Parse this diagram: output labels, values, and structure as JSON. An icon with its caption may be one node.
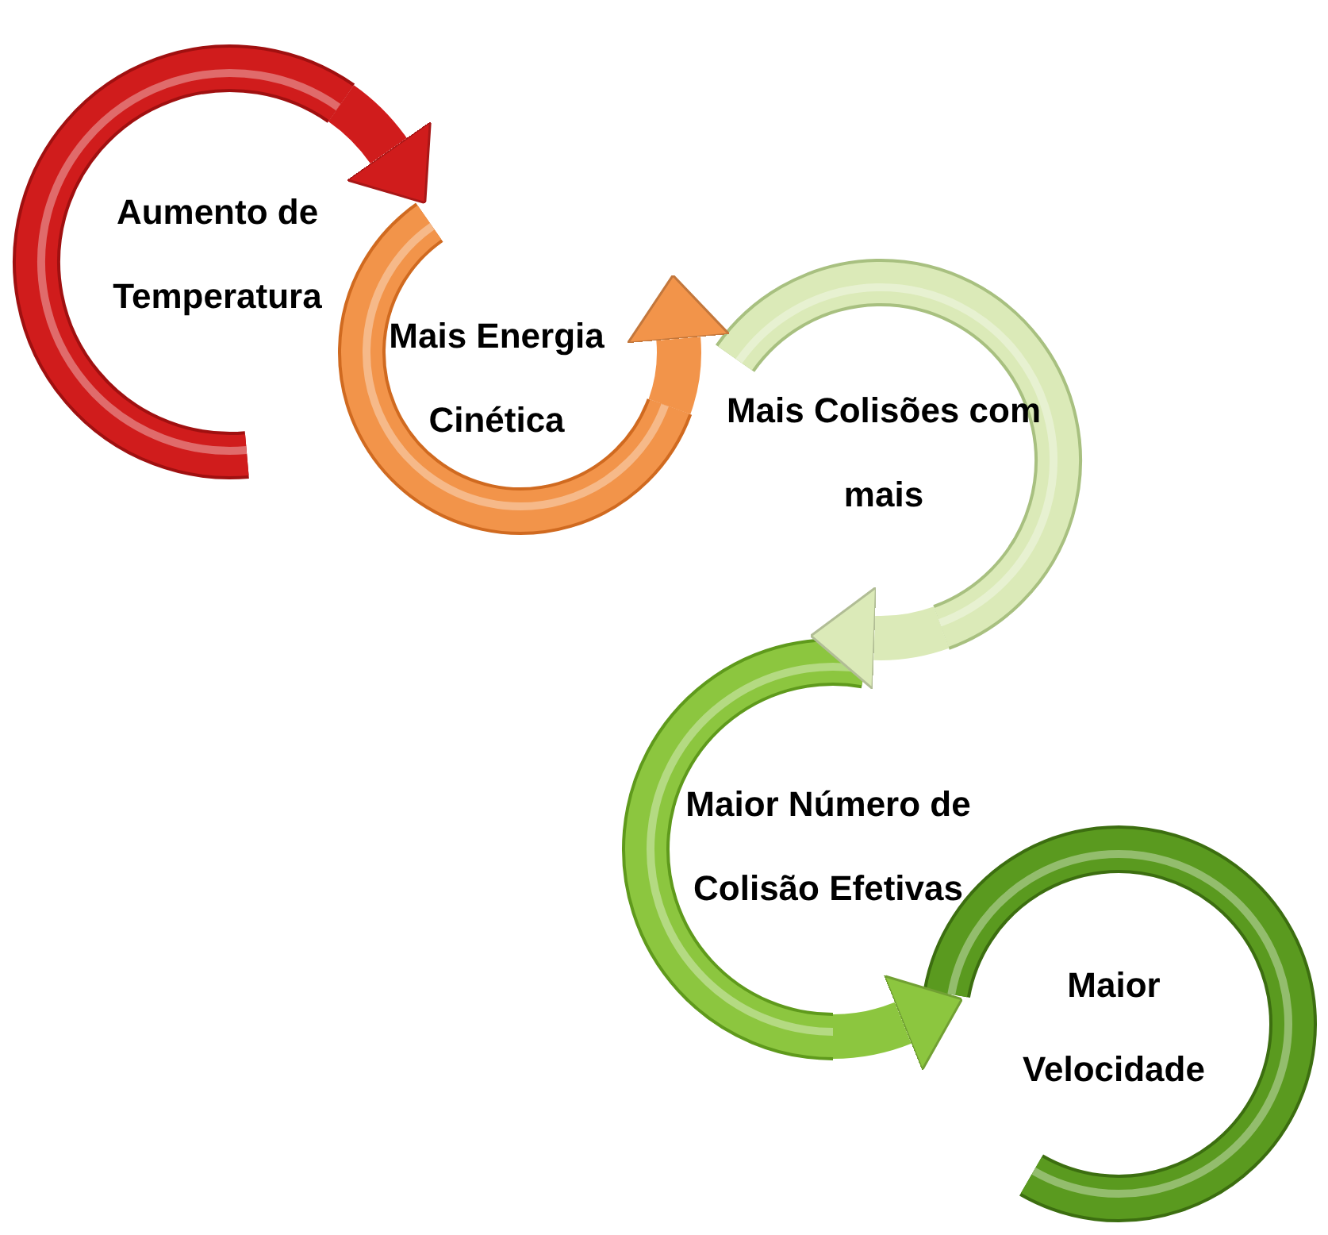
{
  "diagram": {
    "nodes": [
      {
        "text": [
          "Aumento de Temperatura"
        ]
      },
      {
        "text": [
          "Mais Energia Cinética"
        ]
      },
      {
        "text": [
          "Mais Colisões com mais"
        ]
      },
      {
        "text": [
          "Maior Número de Colisão Efetivas"
        ]
      },
      {
        "text": [
          "Maior Velocidade"
        ]
      }
    ],
    "edges": [
      {
        "from": 0,
        "to": 1,
        "arrow": "to",
        "color": "#d01c1c"
      },
      {
        "from": 1,
        "to": 2,
        "arrow": "to",
        "color": "#f2944a"
      },
      {
        "from": 2,
        "to": 3,
        "arrow": "to",
        "color": "#dbeab8"
      },
      {
        "from": 3,
        "to": 4,
        "arrow": "to",
        "color": "#8cc63f"
      }
    ]
  }
}
